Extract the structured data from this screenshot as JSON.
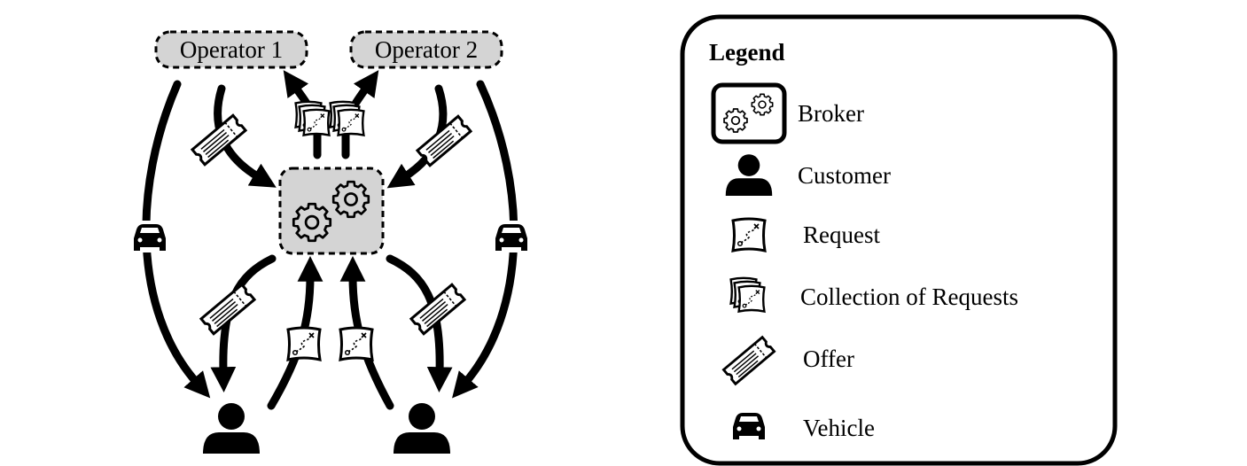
{
  "diagram": {
    "operators": [
      {
        "label": "Operator 1"
      },
      {
        "label": "Operator 2"
      }
    ]
  },
  "legend": {
    "title": "Legend",
    "items": [
      {
        "icon": "broker-icon",
        "label": "Broker"
      },
      {
        "icon": "customer-icon",
        "label": "Customer"
      },
      {
        "icon": "request-icon",
        "label": "Request"
      },
      {
        "icon": "collection-of-requests-icon",
        "label": "Collection of Requests"
      },
      {
        "icon": "offer-icon",
        "label": "Offer"
      },
      {
        "icon": "vehicle-icon",
        "label": "Vehicle"
      }
    ]
  },
  "colors": {
    "box_fill": "#d4d4d4",
    "stroke": "#000000",
    "background": "#ffffff"
  }
}
